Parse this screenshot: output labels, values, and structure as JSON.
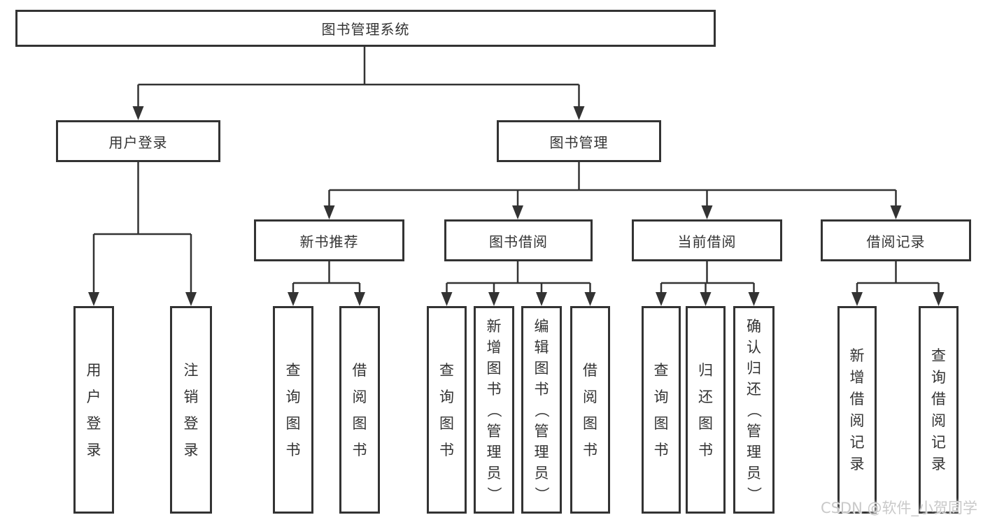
{
  "diagram_title": "图书管理系统",
  "tree": {
    "root": {
      "label": "图书管理系统"
    },
    "branches": [
      {
        "label": "用户登录",
        "children": [
          {
            "label": "用户登录"
          },
          {
            "label": "注销登录"
          }
        ]
      },
      {
        "label": "图书管理",
        "children": [
          {
            "label": "新书推荐",
            "children": [
              {
                "label": "查询图书"
              },
              {
                "label": "借阅图书"
              }
            ]
          },
          {
            "label": "图书借阅",
            "children": [
              {
                "label": "查询图书"
              },
              {
                "label": "新增图书（管理员）"
              },
              {
                "label": "编辑图书（管理员）"
              },
              {
                "label": "借阅图书"
              }
            ]
          },
          {
            "label": "当前借阅",
            "children": [
              {
                "label": "查询图书"
              },
              {
                "label": "归还图书"
              },
              {
                "label": "确认归还（管理员）"
              }
            ]
          },
          {
            "label": "借阅记录",
            "children": [
              {
                "label": "新增借阅记录"
              },
              {
                "label": "查询借阅记录"
              }
            ]
          }
        ]
      }
    ]
  },
  "watermark": "CSDN @软件_小贺同学",
  "colors": {
    "line": "#333333",
    "box_border": "#333333",
    "text": "#333333",
    "background": "#ffffff",
    "watermark": "#c9c9c9"
  }
}
